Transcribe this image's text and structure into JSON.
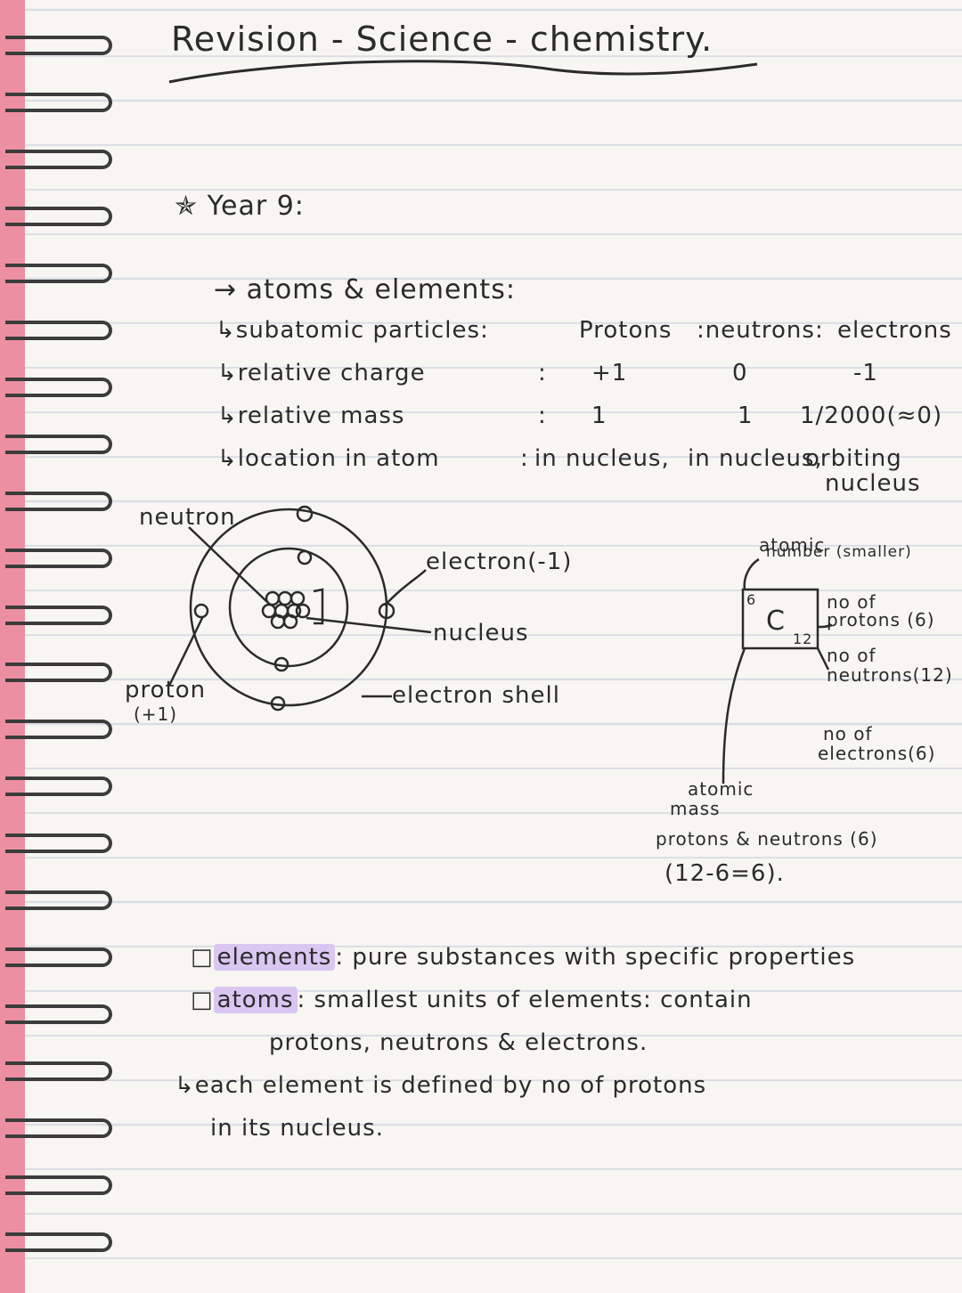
{
  "title": "Revision - Science - chemistry.",
  "section": "✯ Year 9:",
  "topic": "→ atoms & elements:",
  "table": {
    "header": {
      "label": "↳subatomic particles:",
      "cols": [
        "Protons",
        ":neutrons:",
        "electrons"
      ]
    },
    "rows": [
      {
        "label": "↳relative charge",
        "sep": ":",
        "v1": "+1",
        "v2": "0",
        "v3": "-1"
      },
      {
        "label": "↳relative mass",
        "sep": ":",
        "v1": "1",
        "v2": "1",
        "v3": "1/2000(≈0)"
      },
      {
        "label": "↳location in atom",
        "sep": ":",
        "v1": "in nucleus,",
        "v2": "in nucleus,",
        "v3": "orbiting"
      }
    ],
    "v3_cont": "nucleus"
  },
  "diagram": {
    "neutron": "neutron",
    "proton": "proton",
    "proton_charge": "(+1)",
    "electron": "electron(-1)",
    "nucleus": "nucleus",
    "shell": "electron shell"
  },
  "element_box": {
    "atomic_number_label_1": "atomic",
    "atomic_number_label_2": "number (smaller)",
    "number": "6",
    "symbol": "C",
    "mass": "12",
    "no_protons_1": "no of",
    "no_protons_2": "protons (6)",
    "no_neutrons_1": "no of",
    "no_neutrons_2": "neutrons(12)",
    "no_electrons_1": "no of",
    "no_electrons_2": "electrons(6)",
    "atomic_mass_1": "atomic",
    "atomic_mass_2": "mass",
    "atomic_mass_3": "protons & neutrons (6)",
    "atomic_mass_4": "(12-6=6)."
  },
  "notes": {
    "elements_term": "elements",
    "elements_def": ": pure substances with specific properties",
    "atoms_term": "atoms",
    "atoms_def": ": smallest units of elements: contain",
    "atoms_def2": "protons, neutrons & electrons.",
    "each_line1": "↳each element is defined by no of protons",
    "each_line2": "in its nucleus."
  }
}
